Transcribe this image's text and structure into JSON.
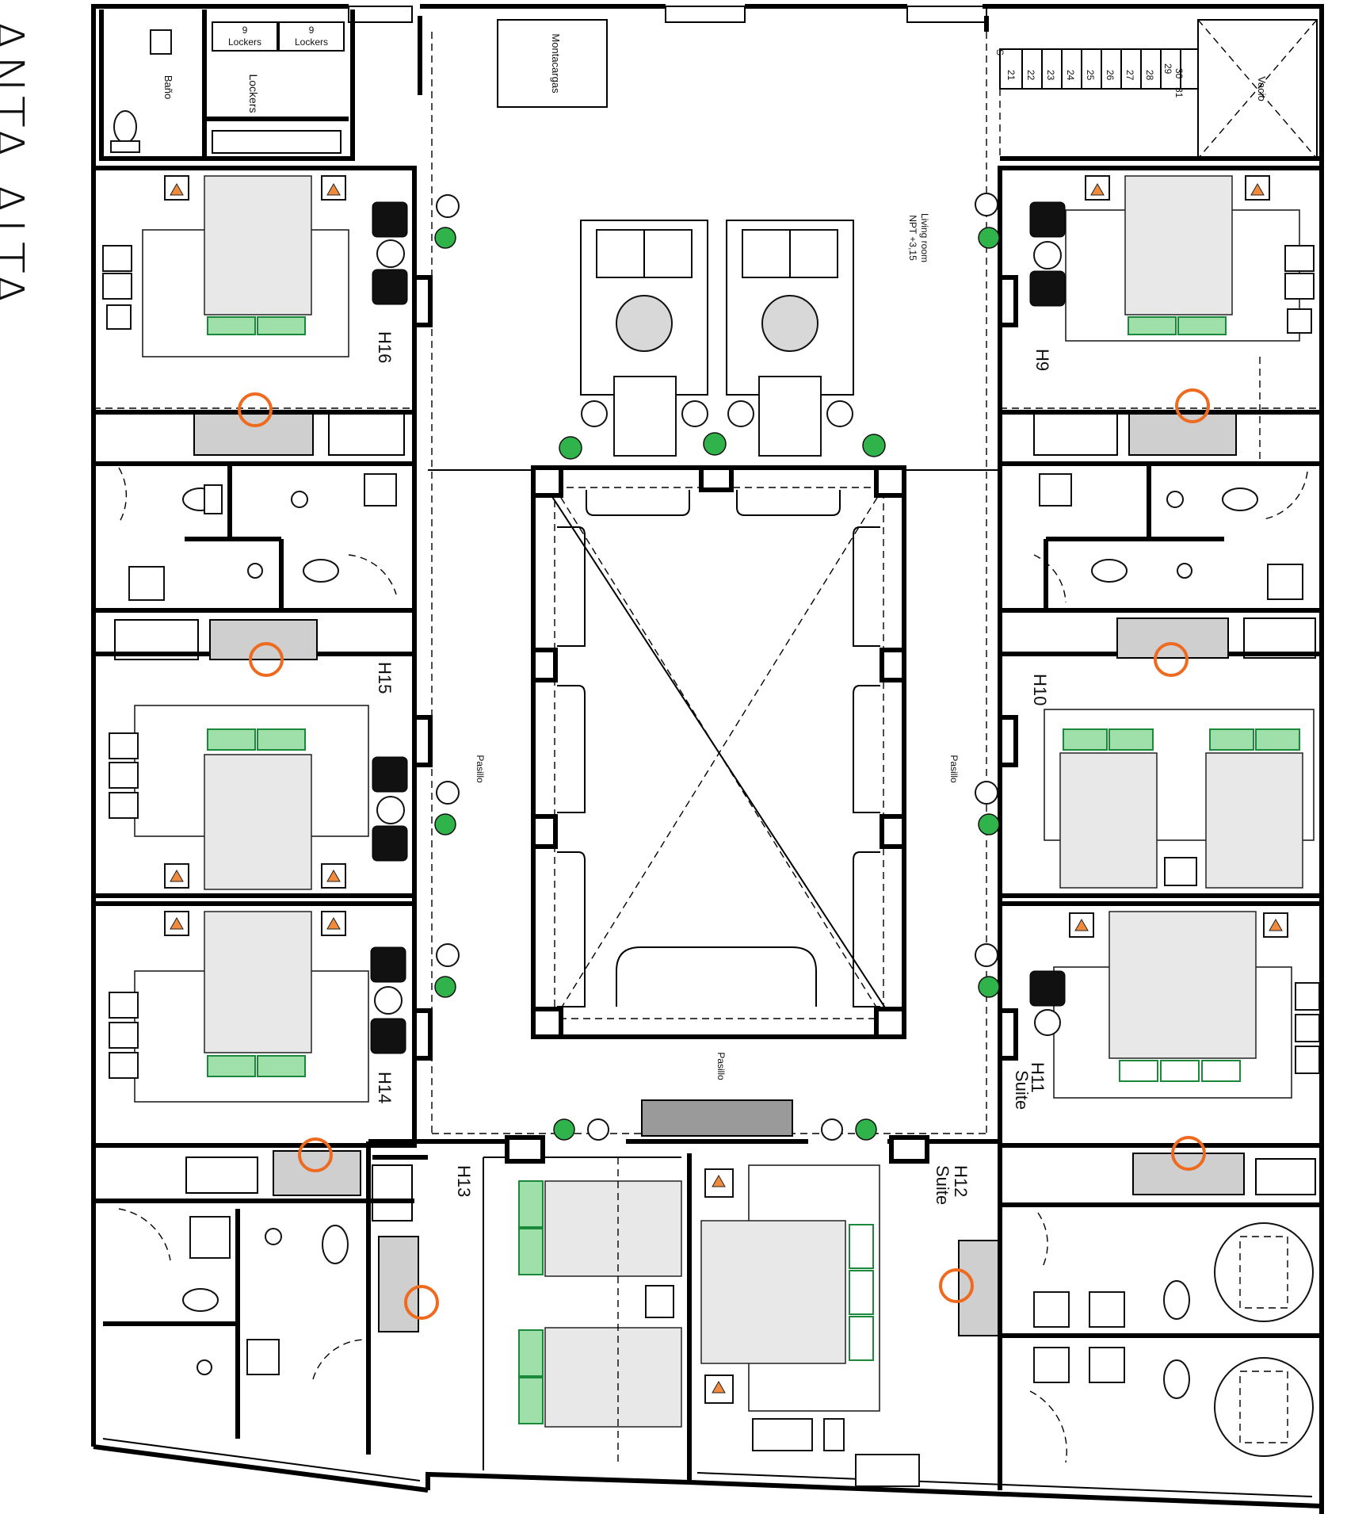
{
  "title": "PLANTA ALTA",
  "labels": {
    "banio": "Baño",
    "lockers": "Lockers",
    "lockers_count_a": "9",
    "lockers_word_a": "Lockers",
    "lockers_count_b": "9",
    "lockers_word_b": "Lockers",
    "montacargas": "Montacargas",
    "living_room": "Living room",
    "npt": "NPT +3,15",
    "pasillo_left": "Pasillo",
    "pasillo_right": "Pasillo",
    "pasillo_bottom": "Pasillo",
    "vacio": "Vacio",
    "stair_s": "S",
    "stairs": [
      "21",
      "22",
      "23",
      "24",
      "25",
      "26",
      "27",
      "28",
      "29",
      "30",
      "31"
    ]
  },
  "rooms": {
    "h16": "H16",
    "h15": "H15",
    "h14": "H14",
    "h13": "H13",
    "h12": "H12",
    "h12_sub": "Suite",
    "h11": "H11",
    "h11_sub": "Suite",
    "h10": "H10",
    "h9": "H9"
  },
  "colors": {
    "wall": "#000000",
    "pillow": "#9fdfa9",
    "plant": "#2fb34a",
    "marker": "#ee6a1f"
  }
}
